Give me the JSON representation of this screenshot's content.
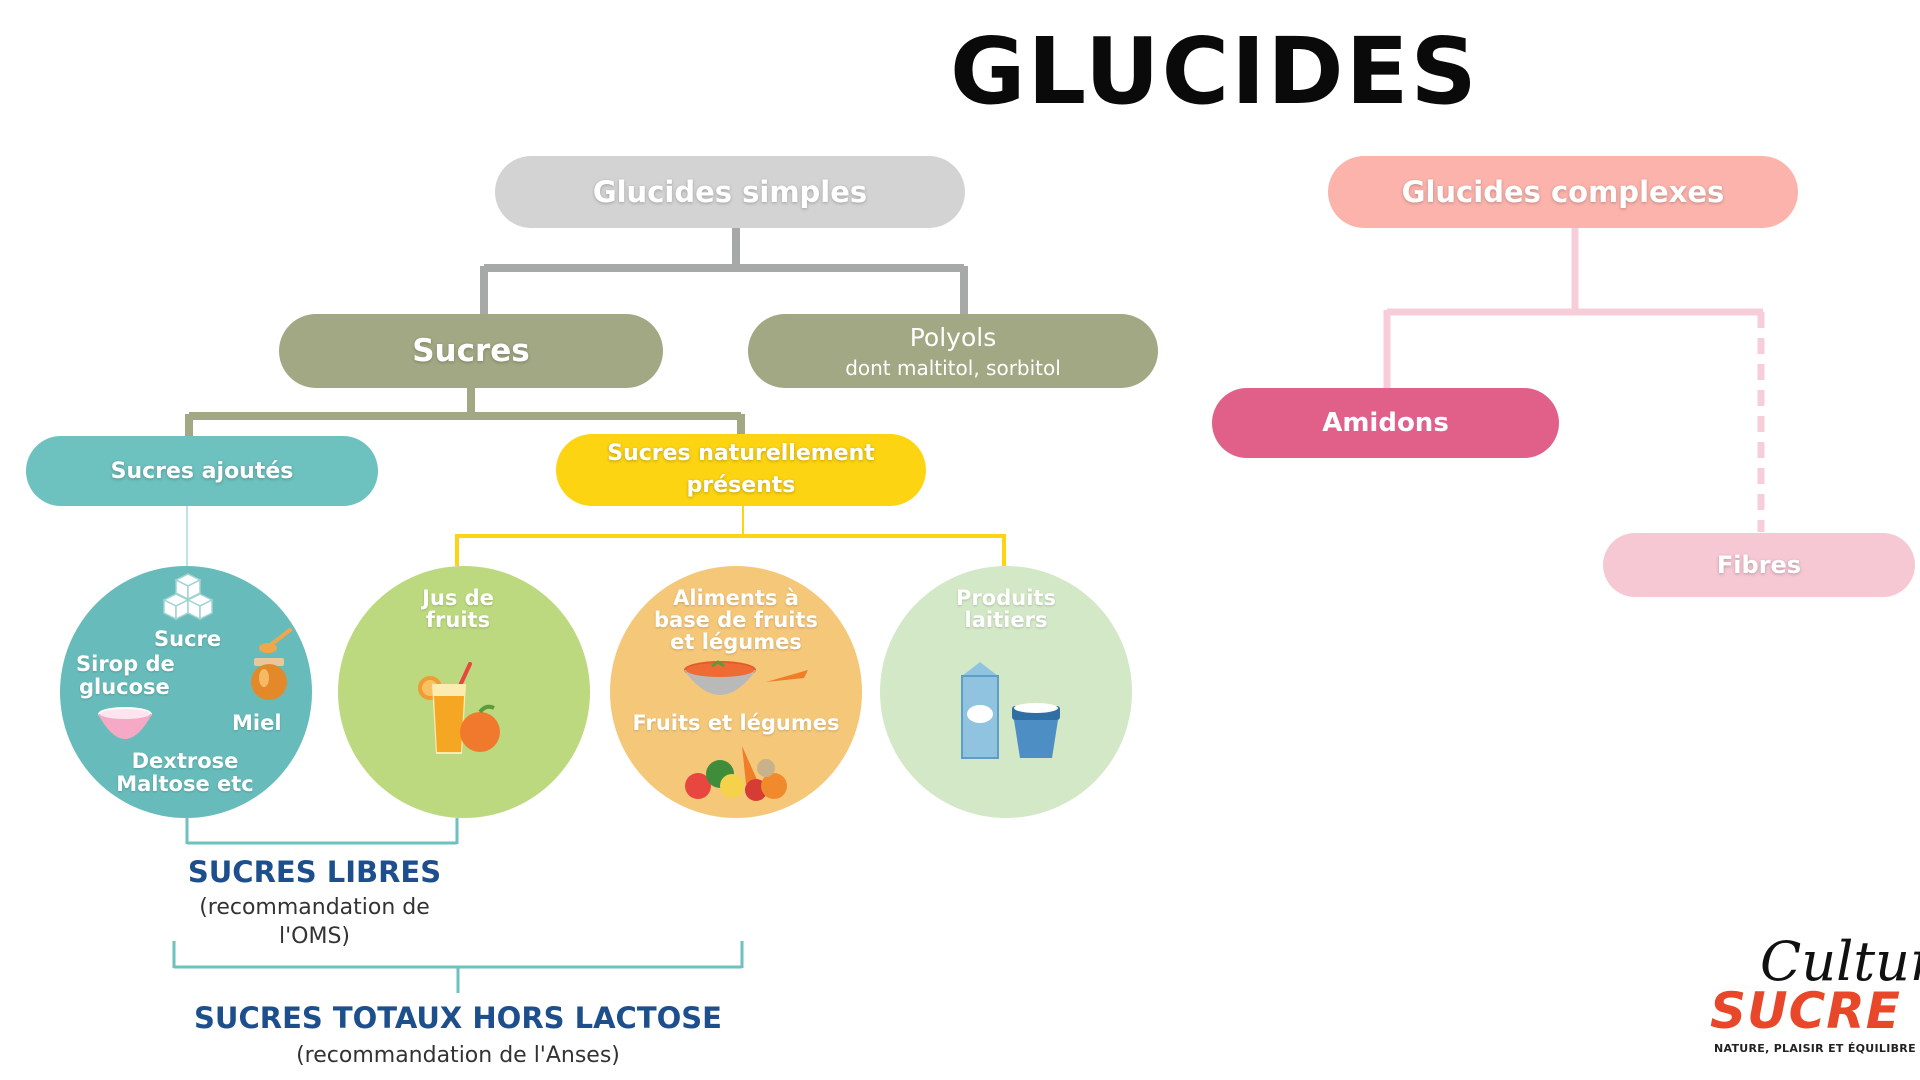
{
  "title": "GLUCIDES",
  "nodes": {
    "simples": "Glucides simples",
    "complexes": "Glucides complexes",
    "sucres": "Sucres",
    "polyols_main": "Polyols",
    "polyols_sub": "dont maltitol, sorbitol",
    "ajoutes": "Sucres ajoutés",
    "naturels_line1": "Sucres naturellement",
    "naturels_line2": "présents",
    "amidons": "Amidons",
    "fibres": "Fibres"
  },
  "circles": {
    "ajoutes": {
      "sucre": "Sucre",
      "sirop_line1": "Sirop de",
      "sirop_line2": "glucose",
      "miel": "Miel",
      "dextrose_line1": "Dextrose",
      "dextrose_line2": "Maltose etc"
    },
    "jus": {
      "line1": "Jus de",
      "line2": "fruits"
    },
    "aliments": {
      "line1": "Aliments à",
      "line2": "base de fruits",
      "line3": "et légumes",
      "fruits_legumes": "Fruits et légumes"
    },
    "laitiers": {
      "line1": "Produits",
      "line2": "laitiers"
    }
  },
  "brackets": {
    "libres_title": "SUCRES LIBRES",
    "libres_note_line1": "(recommandation de",
    "libres_note_line2": "l'OMS)",
    "totaux_title": "SUCRES TOTAUX HORS LACTOSE",
    "totaux_note": "(recommandation de l'Anses)"
  },
  "logo": {
    "script": "Cultures",
    "brand": "SUCRE",
    "tagline": "NATURE, PLAISIR ET ÉQUILIBRE"
  },
  "colors": {
    "simples": "#d3d3d3",
    "complexes": "#fbb3ab",
    "olive": "#a2a883",
    "teal": "#6dc1bf",
    "yellow": "#fcd412",
    "amidons": "#e0608a",
    "fibres": "#f6c8d4",
    "blue_label": "#1d4f8d"
  }
}
